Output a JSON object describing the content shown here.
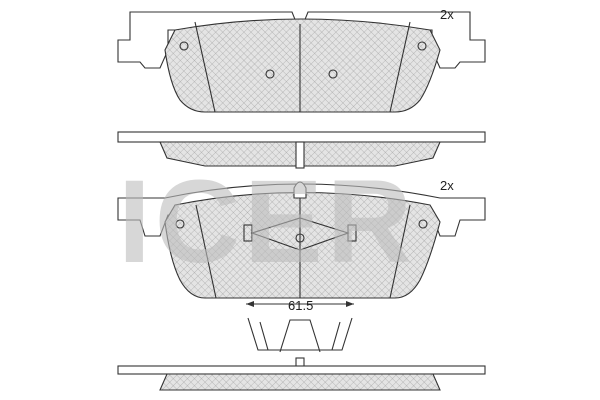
{
  "watermark": "ICER",
  "labels": {
    "qty_top": "2x",
    "qty_bottom": "2x",
    "dimension": "61.5"
  },
  "colors": {
    "line": "#333333",
    "hatch": "#9a9a9a",
    "watermark": "#d9d9d9"
  }
}
